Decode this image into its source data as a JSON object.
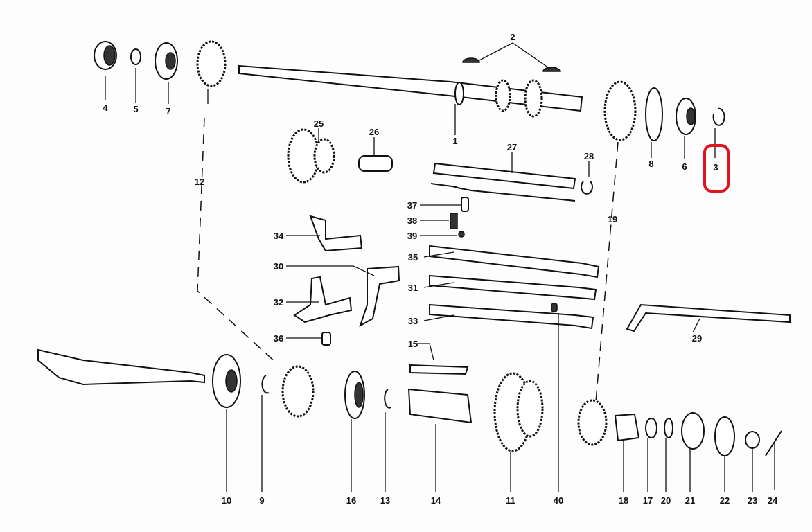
{
  "diagram": {
    "highlight_color": "#e0141e",
    "highlighted_part": "3",
    "part_numbers": {
      "p1": "1",
      "p2": "2",
      "p3": "3",
      "p4": "4",
      "p5": "5",
      "p6": "6",
      "p7": "7",
      "p8": "8",
      "p9": "9",
      "p10": "10",
      "p11": "11",
      "p12": "12",
      "p13": "13",
      "p14": "14",
      "p15": "15",
      "p16": "16",
      "p17": "17",
      "p18": "18",
      "p19": "19",
      "p20": "20",
      "p21": "21",
      "p22": "22",
      "p23": "23",
      "p24": "24",
      "p25": "25",
      "p26": "26",
      "p27": "27",
      "p28": "28",
      "p29": "29",
      "p30": "30",
      "p31": "31",
      "p32": "32",
      "p33": "33",
      "p34": "34",
      "p35": "35",
      "p36": "36",
      "p37": "37",
      "p38": "38",
      "p39": "39",
      "p40": "40"
    }
  }
}
